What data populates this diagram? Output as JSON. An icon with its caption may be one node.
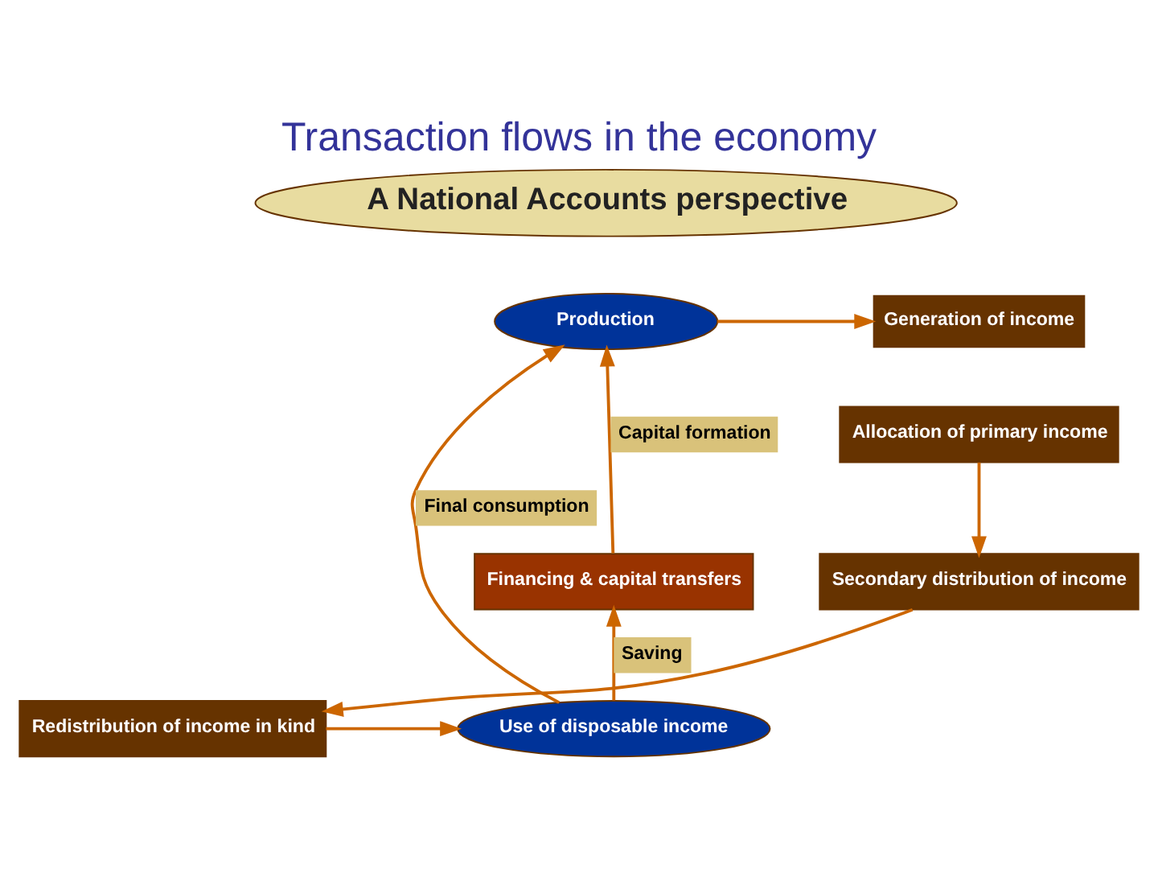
{
  "diagram": {
    "title": "Transaction flows in the economy",
    "nodes": [
      {
        "text": [
          "A National Accounts perspective"
        ]
      },
      {
        "text": [
          "Production"
        ]
      },
      {
        "text": [
          "Generation of income"
        ]
      },
      {
        "text": [
          "Allocation of primary income"
        ]
      },
      {
        "text": [
          "Secondary distribution of income"
        ]
      },
      {
        "text": [
          "Redistribution of income in kind"
        ]
      },
      {
        "text": [
          "Use of disposable income"
        ]
      },
      {
        "text": [
          "Financing & capital transfers"
        ]
      }
    ],
    "edges": [
      {
        "from": 1,
        "to": 2,
        "arrow": "to"
      },
      {
        "from": 3,
        "to": 4,
        "arrow": "to"
      },
      {
        "from": 4,
        "to": 5,
        "arrow": "to"
      },
      {
        "from": 5,
        "to": 6,
        "arrow": "to"
      },
      {
        "from": 6,
        "to": 1,
        "arrow": "to",
        "label": "Final consumption"
      },
      {
        "from": 6,
        "to": 7,
        "arrow": "to",
        "label": "Saving"
      },
      {
        "from": 7,
        "to": 1,
        "arrow": "to",
        "label": "Capital formation"
      }
    ]
  }
}
